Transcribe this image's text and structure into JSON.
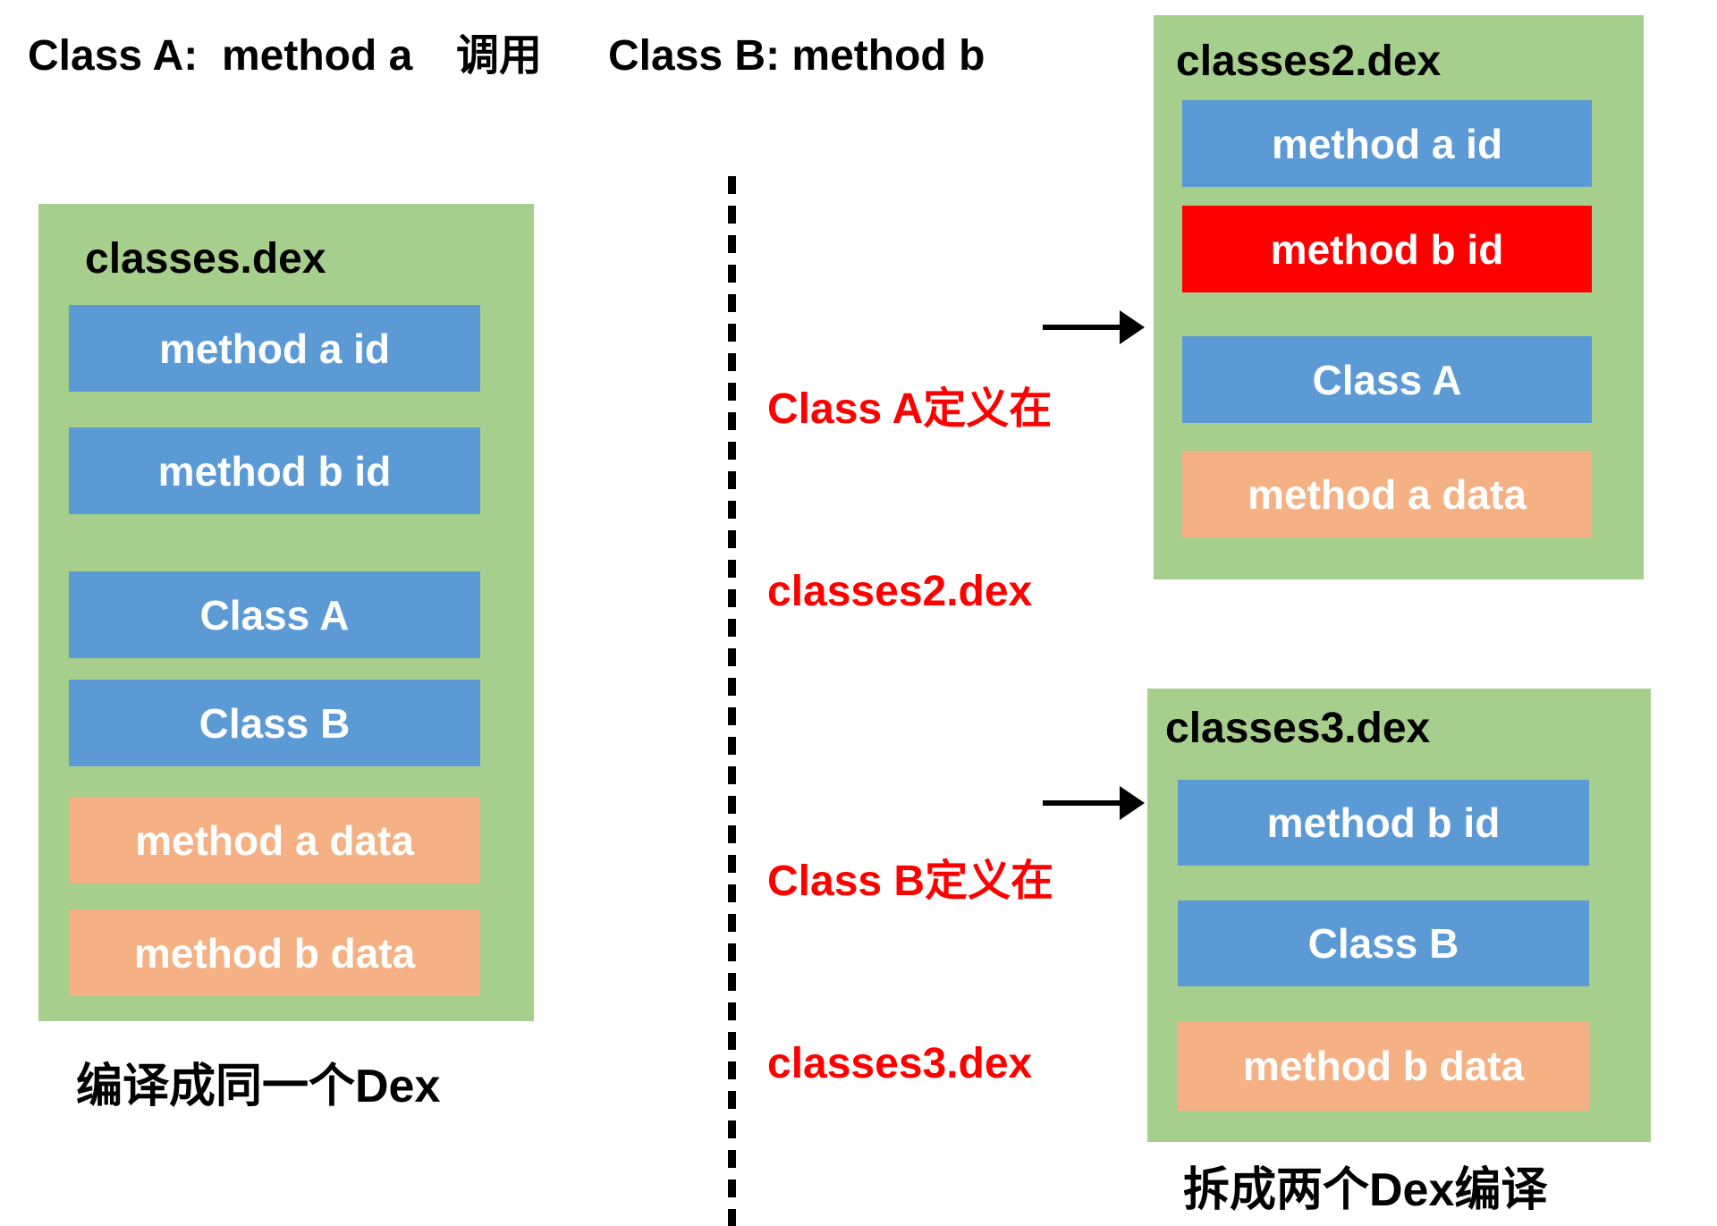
{
  "header": {
    "left": "Class A:  method a",
    "middle": "调用",
    "right": "Class B: method b"
  },
  "colors": {
    "green": "#a6ce8c",
    "blue": "#5b9ad5",
    "orange": "#f5b183",
    "red": "#ff0000",
    "note_red": "#ff0000"
  },
  "left_dex": {
    "title": "classes.dex",
    "rows": [
      {
        "label": "method a id",
        "color": "blue"
      },
      {
        "label": "method b id",
        "color": "blue"
      },
      {
        "label": "Class A",
        "color": "blue"
      },
      {
        "label": "Class B",
        "color": "blue"
      },
      {
        "label": "method a data",
        "color": "orange"
      },
      {
        "label": "method b data",
        "color": "orange"
      }
    ],
    "caption": "编译成同一个Dex"
  },
  "notes": [
    {
      "line1": "Class A定义在",
      "line2": "classes2.dex"
    },
    {
      "line1": "Class B定义在",
      "line2": "classes3.dex"
    }
  ],
  "dex2": {
    "title": "classes2.dex",
    "rows": [
      {
        "label": "method a id",
        "color": "blue"
      },
      {
        "label": "method b id",
        "color": "red"
      },
      {
        "label": "Class A",
        "color": "blue"
      },
      {
        "label": "method a data",
        "color": "orange"
      }
    ]
  },
  "dex3": {
    "title": "classes3.dex",
    "rows": [
      {
        "label": "method b id",
        "color": "blue"
      },
      {
        "label": "Class B",
        "color": "blue"
      },
      {
        "label": "method b data",
        "color": "orange"
      }
    ],
    "caption": "拆成两个Dex编译"
  }
}
